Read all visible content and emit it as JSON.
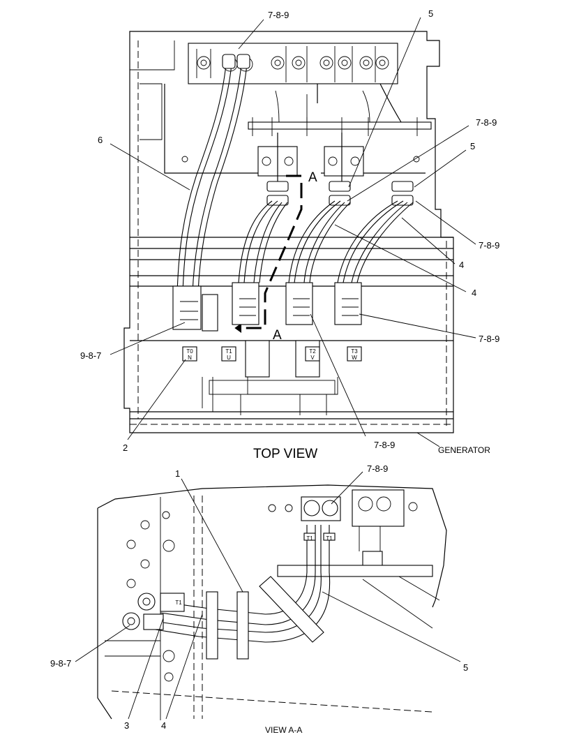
{
  "top_view": {
    "title": "TOP VIEW",
    "generator_label": "GENERATOR",
    "section_marker": "A",
    "terminals": [
      {
        "top": "T0",
        "bottom": "N"
      },
      {
        "top": "T1",
        "bottom": "U"
      },
      {
        "top": "T2",
        "bottom": "V"
      },
      {
        "top": "T3",
        "bottom": "W"
      }
    ],
    "callouts": {
      "c_789_top": "7-8-9",
      "c_5_top": "5",
      "c_6": "6",
      "c_789_r1": "7-8-9",
      "c_5_r": "5",
      "c_789_r2": "7-8-9",
      "c_4_a": "4",
      "c_4_b": "4",
      "c_789_r3": "7-8-9",
      "c_987_left": "9-8-7",
      "c_2": "2",
      "c_789_bottom": "7-8-9"
    }
  },
  "view_aa": {
    "title": "VIEW A-A",
    "terminal_tags": [
      "T1",
      "T1",
      "T1"
    ],
    "callouts": {
      "c_1": "1",
      "c_789": "7-8-9",
      "c_987": "9-8-7",
      "c_5": "5",
      "c_3": "3",
      "c_4": "4"
    }
  }
}
